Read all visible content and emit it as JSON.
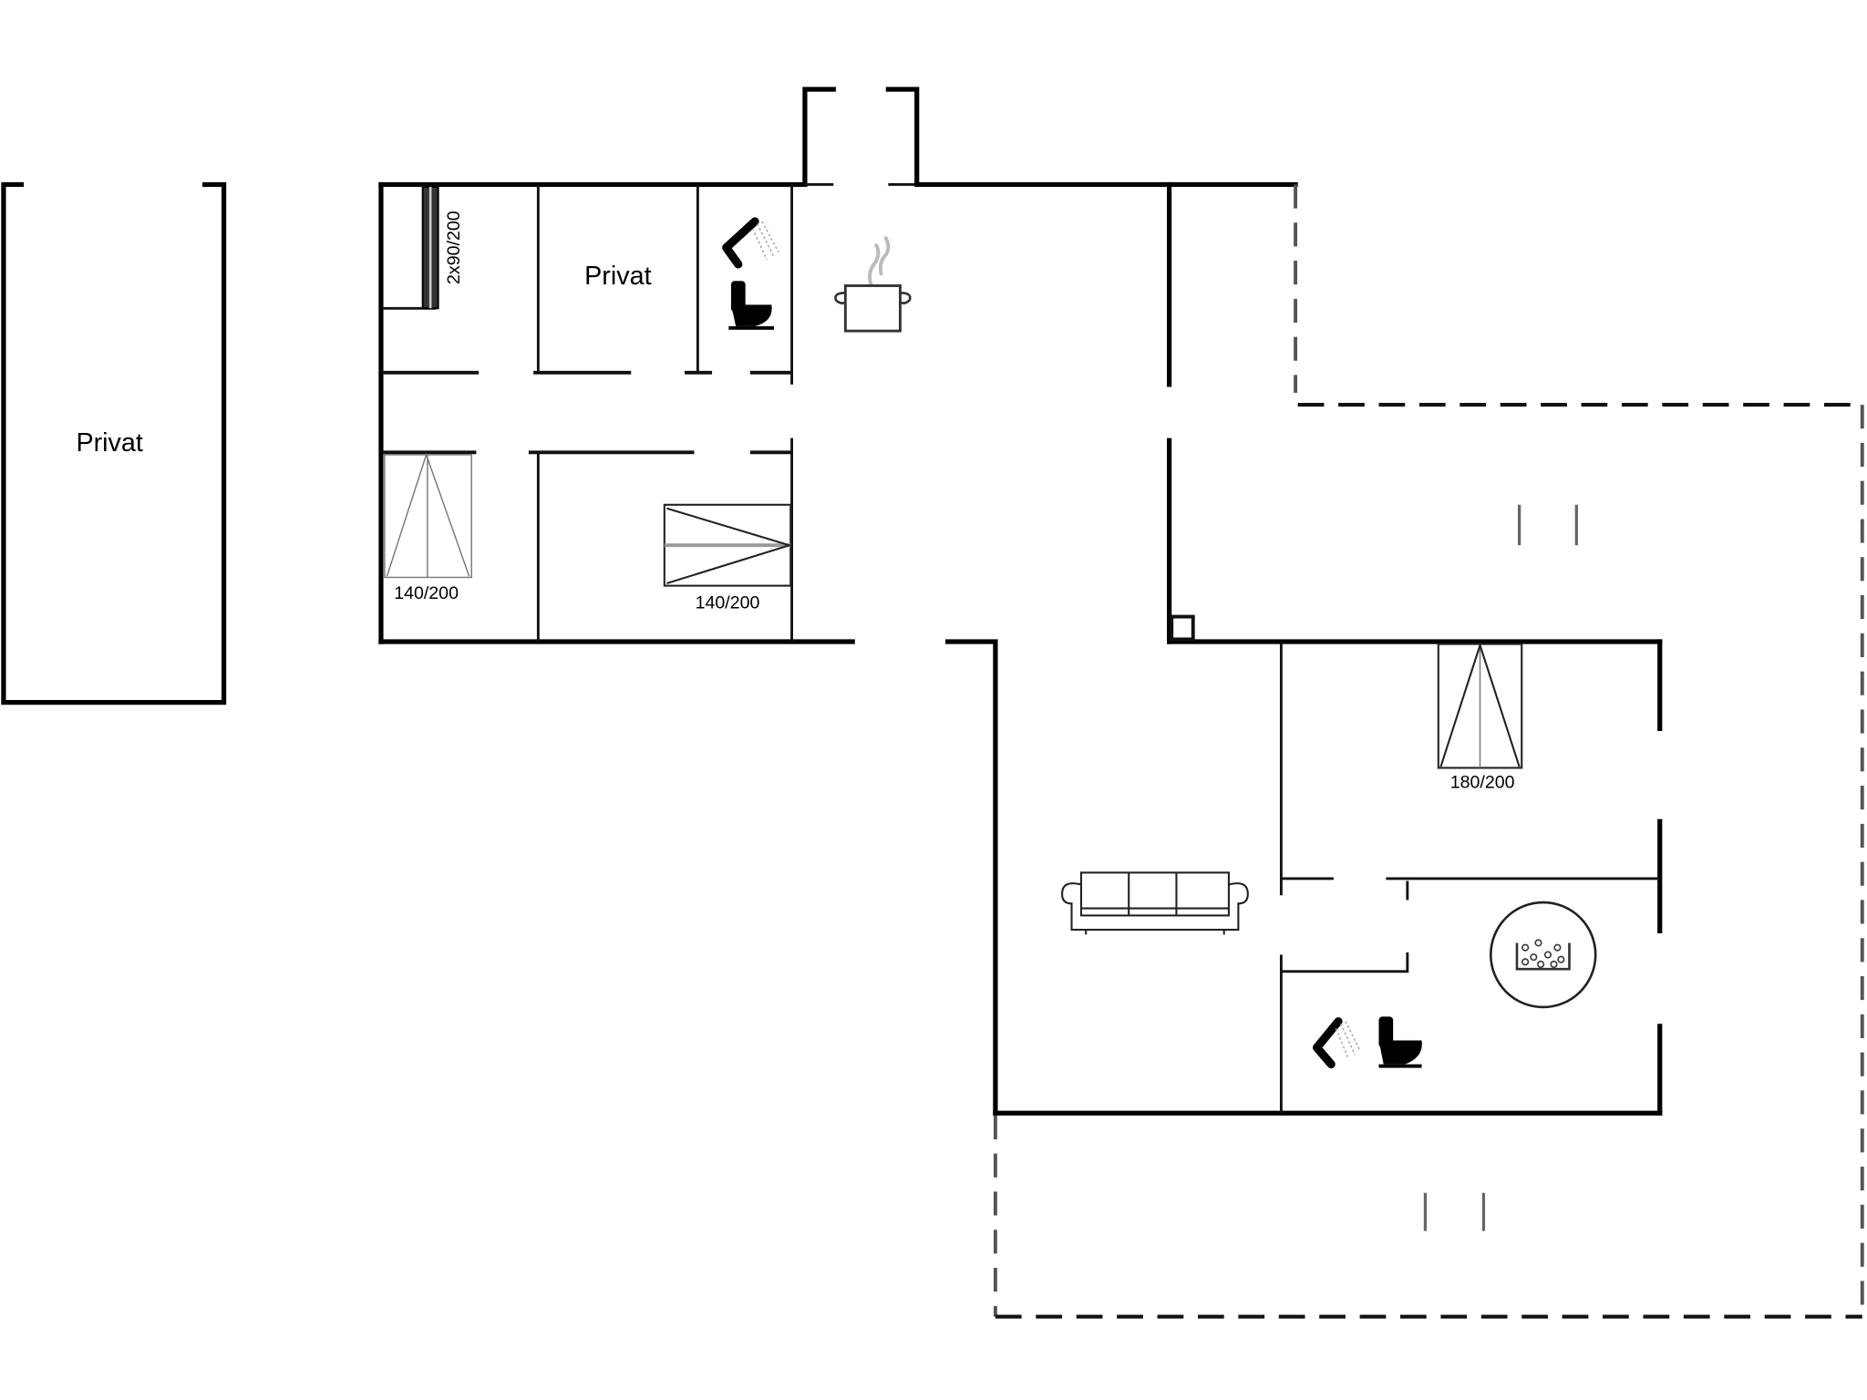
{
  "floorplan": {
    "rooms": [
      {
        "id": "outbuilding",
        "label": "Privat"
      },
      {
        "id": "private-room",
        "label": "Privat"
      },
      {
        "id": "kitchen",
        "icon": "cooking-pot-icon"
      },
      {
        "id": "living-room",
        "icon": "sofa-icon"
      },
      {
        "id": "bathroom-top",
        "icons": [
          "shower-icon",
          "toilet-icon"
        ]
      },
      {
        "id": "bathroom-bottom",
        "icons": [
          "shower-icon",
          "toilet-icon"
        ]
      },
      {
        "id": "spa",
        "icon": "whirlpool-icon"
      }
    ],
    "beds": [
      {
        "id": "bed-bunk",
        "size": "2x90/200"
      },
      {
        "id": "bed-left",
        "size": "140/200"
      },
      {
        "id": "bed-middle",
        "size": "140/200"
      },
      {
        "id": "bed-master",
        "size": "180/200"
      }
    ],
    "terraces": [
      {
        "id": "terrace-east",
        "style": "dashed"
      },
      {
        "id": "terrace-south",
        "style": "dashed"
      }
    ],
    "colors": {
      "wall": "#000000",
      "dashed": "#555555",
      "background": "#ffffff",
      "steam": "#bbbbbb"
    }
  }
}
